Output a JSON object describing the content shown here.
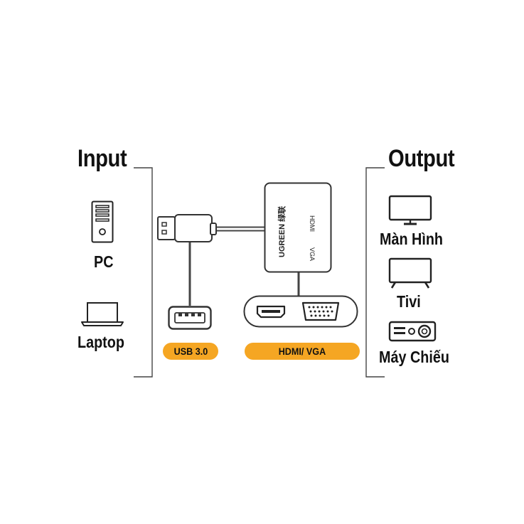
{
  "input": {
    "title": "Input",
    "devices": [
      {
        "label": "PC",
        "icon": "pc-tower-icon"
      },
      {
        "label": "Laptop",
        "icon": "laptop-icon"
      }
    ]
  },
  "output": {
    "title": "Output",
    "devices": [
      {
        "label": "Màn Hình",
        "icon": "monitor-icon"
      },
      {
        "label": "Tivi",
        "icon": "tv-icon"
      },
      {
        "label": "Máy Chiếu",
        "icon": "projector-icon"
      }
    ]
  },
  "adapter": {
    "brand": "UGREEN 绿联",
    "hdmi_label": "HDMI",
    "vga_label": "VGA"
  },
  "ports": {
    "usb_label": "USB 3.0",
    "video_label": "HDMI/ VGA"
  },
  "colors": {
    "accent": "#f5a623",
    "line": "#444444"
  }
}
